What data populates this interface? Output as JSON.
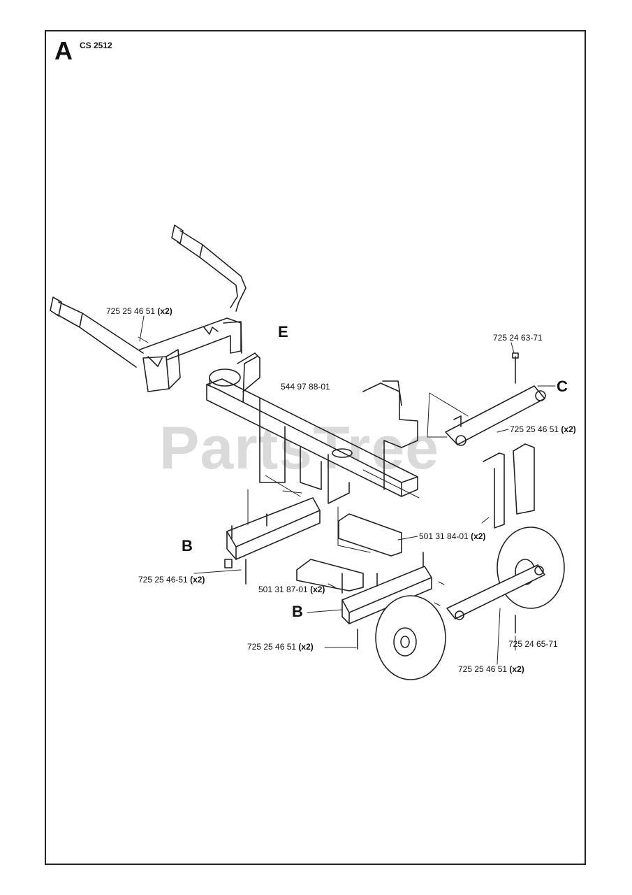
{
  "header": {
    "section": "A",
    "model": "CS 2512"
  },
  "watermark": "PartsTree",
  "callouts": {
    "e": "E",
    "c": "C",
    "b_left": "B",
    "b_right": "B"
  },
  "parts": {
    "handle_pin": {
      "number": "725 25 46 51",
      "qty": "(x2)"
    },
    "frame": {
      "number": "544 97 88-01"
    },
    "top_bolt": {
      "number": "725 24 63-71"
    },
    "c_pin": {
      "number": "725 25 46 51",
      "qty": "(x2)"
    },
    "bracket_84": {
      "number": "501 31 84-01",
      "qty": "(x2)"
    },
    "left_pin": {
      "number": "725 25 46-51",
      "qty": "(x2)"
    },
    "bracket_87": {
      "number": "501 31 87-01",
      "qty": "(x2)"
    },
    "bottom_pin": {
      "number": "725 25 46 51",
      "qty": "(x2)"
    },
    "wheel_bolt": {
      "number": "725 24 65-71"
    },
    "wheel_pin": {
      "number": "725 25 46 51",
      "qty": "(x2)"
    }
  }
}
